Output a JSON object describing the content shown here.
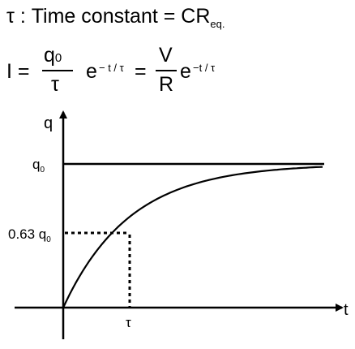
{
  "header": {
    "tau_def_prefix": "τ : Time constant  = CR",
    "tau_def_sub": "eq."
  },
  "equation": {
    "lhs": "I =",
    "frac1_num": "q",
    "frac1_num_sub": "0",
    "frac1_den": "τ",
    "exp1_base": "e",
    "exp1_power": "− t / τ",
    "equals": "=",
    "frac2_num": "V",
    "frac2_den": "R",
    "exp2_base": "e",
    "exp2_power": "−t / τ"
  },
  "graph": {
    "y_axis_label": "q",
    "x_axis_label": "t",
    "q0_label": "q",
    "q0_sub": "0",
    "mark_label_prefix": "0.63 q",
    "mark_label_sub": "0",
    "tau_tick_label": "τ"
  }
}
